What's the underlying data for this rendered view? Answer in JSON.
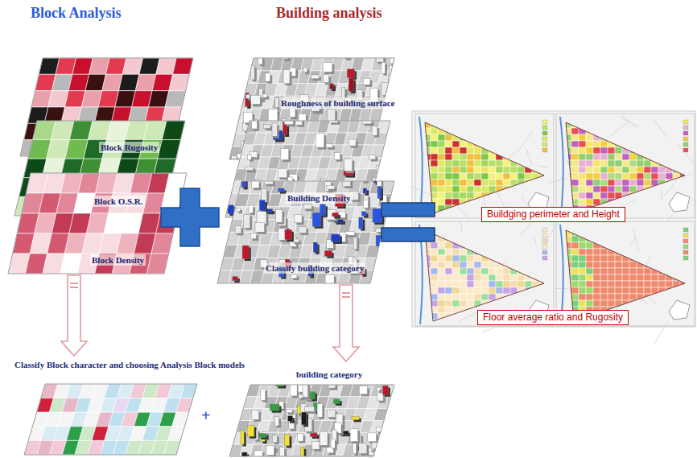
{
  "diagram": {
    "nodes": [
      {
        "text": [
          "Block Rugosity"
        ]
      },
      {
        "text": [
          "Block O.S.R."
        ]
      },
      {
        "text": [
          "Block Density"
        ]
      },
      {
        "text": [
          "Roughness of building surface"
        ]
      },
      {
        "text": [
          "Building Density"
        ]
      },
      {
        "text": [
          "Classify building category"
        ]
      },
      {
        "text": [
          "Buildging perimeter and Height"
        ]
      },
      {
        "text": [
          "Floor average ratio and Rugosity"
        ]
      },
      {
        "text": [
          "Classify Block character and choosing Analysis Block models"
        ]
      },
      {
        "text": [
          "building category"
        ]
      }
    ],
    "edges": [
      {
        "from": 2,
        "to": 8,
        "arrow": "to"
      },
      {
        "from": 5,
        "to": 9,
        "arrow": "to"
      }
    ],
    "labels": [
      "Block Analysis",
      "Building analysis",
      "+"
    ]
  }
}
